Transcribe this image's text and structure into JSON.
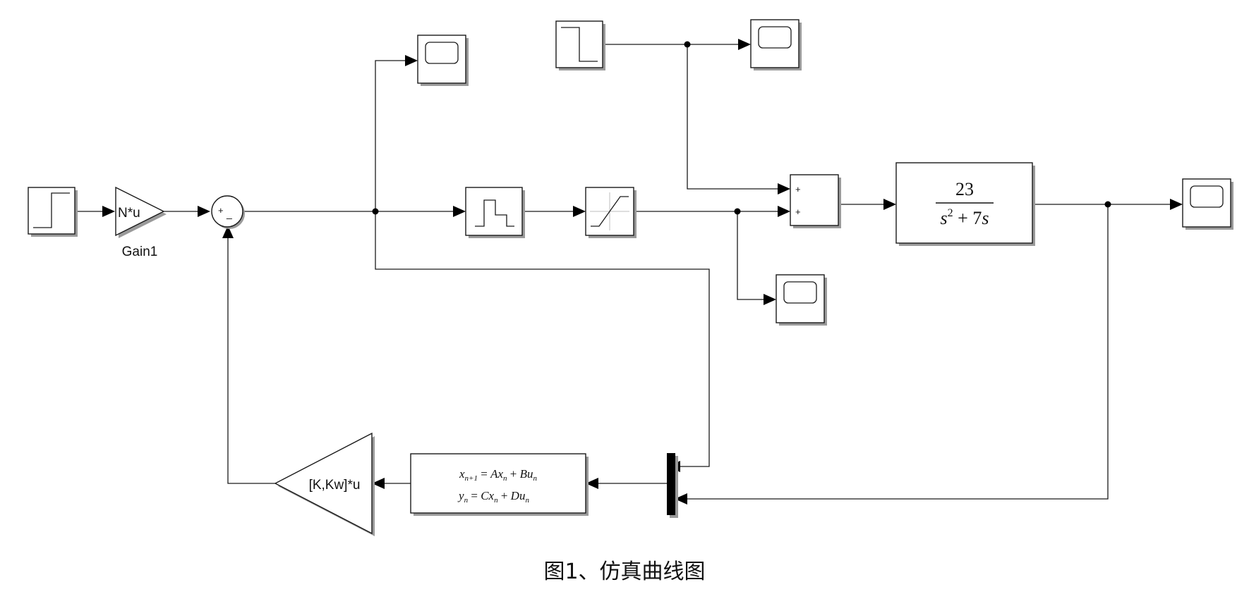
{
  "caption": "图1、仿真曲线图",
  "gain_block": {
    "expression": "N*u",
    "label": "Gain1"
  },
  "sum_main": {
    "sign_top": "+",
    "sign_bottom": "_"
  },
  "sum_right": {
    "sign_1": "+",
    "sign_2": "+"
  },
  "transfer_function": {
    "numerator": "23",
    "den_s": "s",
    "den_exp": "2",
    "den_rest": " + 7",
    "den_s2": "s"
  },
  "state_space": {
    "line1": {
      "x": "x",
      "x_sub": "n+1",
      "eq": " = ",
      "A": "Ax",
      "A_sub": "n",
      "plus": " + ",
      "B": "Bu",
      "B_sub": "n"
    },
    "line2": {
      "y": "y",
      "y_sub": "n",
      "eq": " = ",
      "C": "Cx",
      "C_sub": "n",
      "plus": " + ",
      "D": "Du",
      "D_sub": "n"
    }
  },
  "feedback_gain": {
    "expression": "[K,Kw]*u"
  }
}
